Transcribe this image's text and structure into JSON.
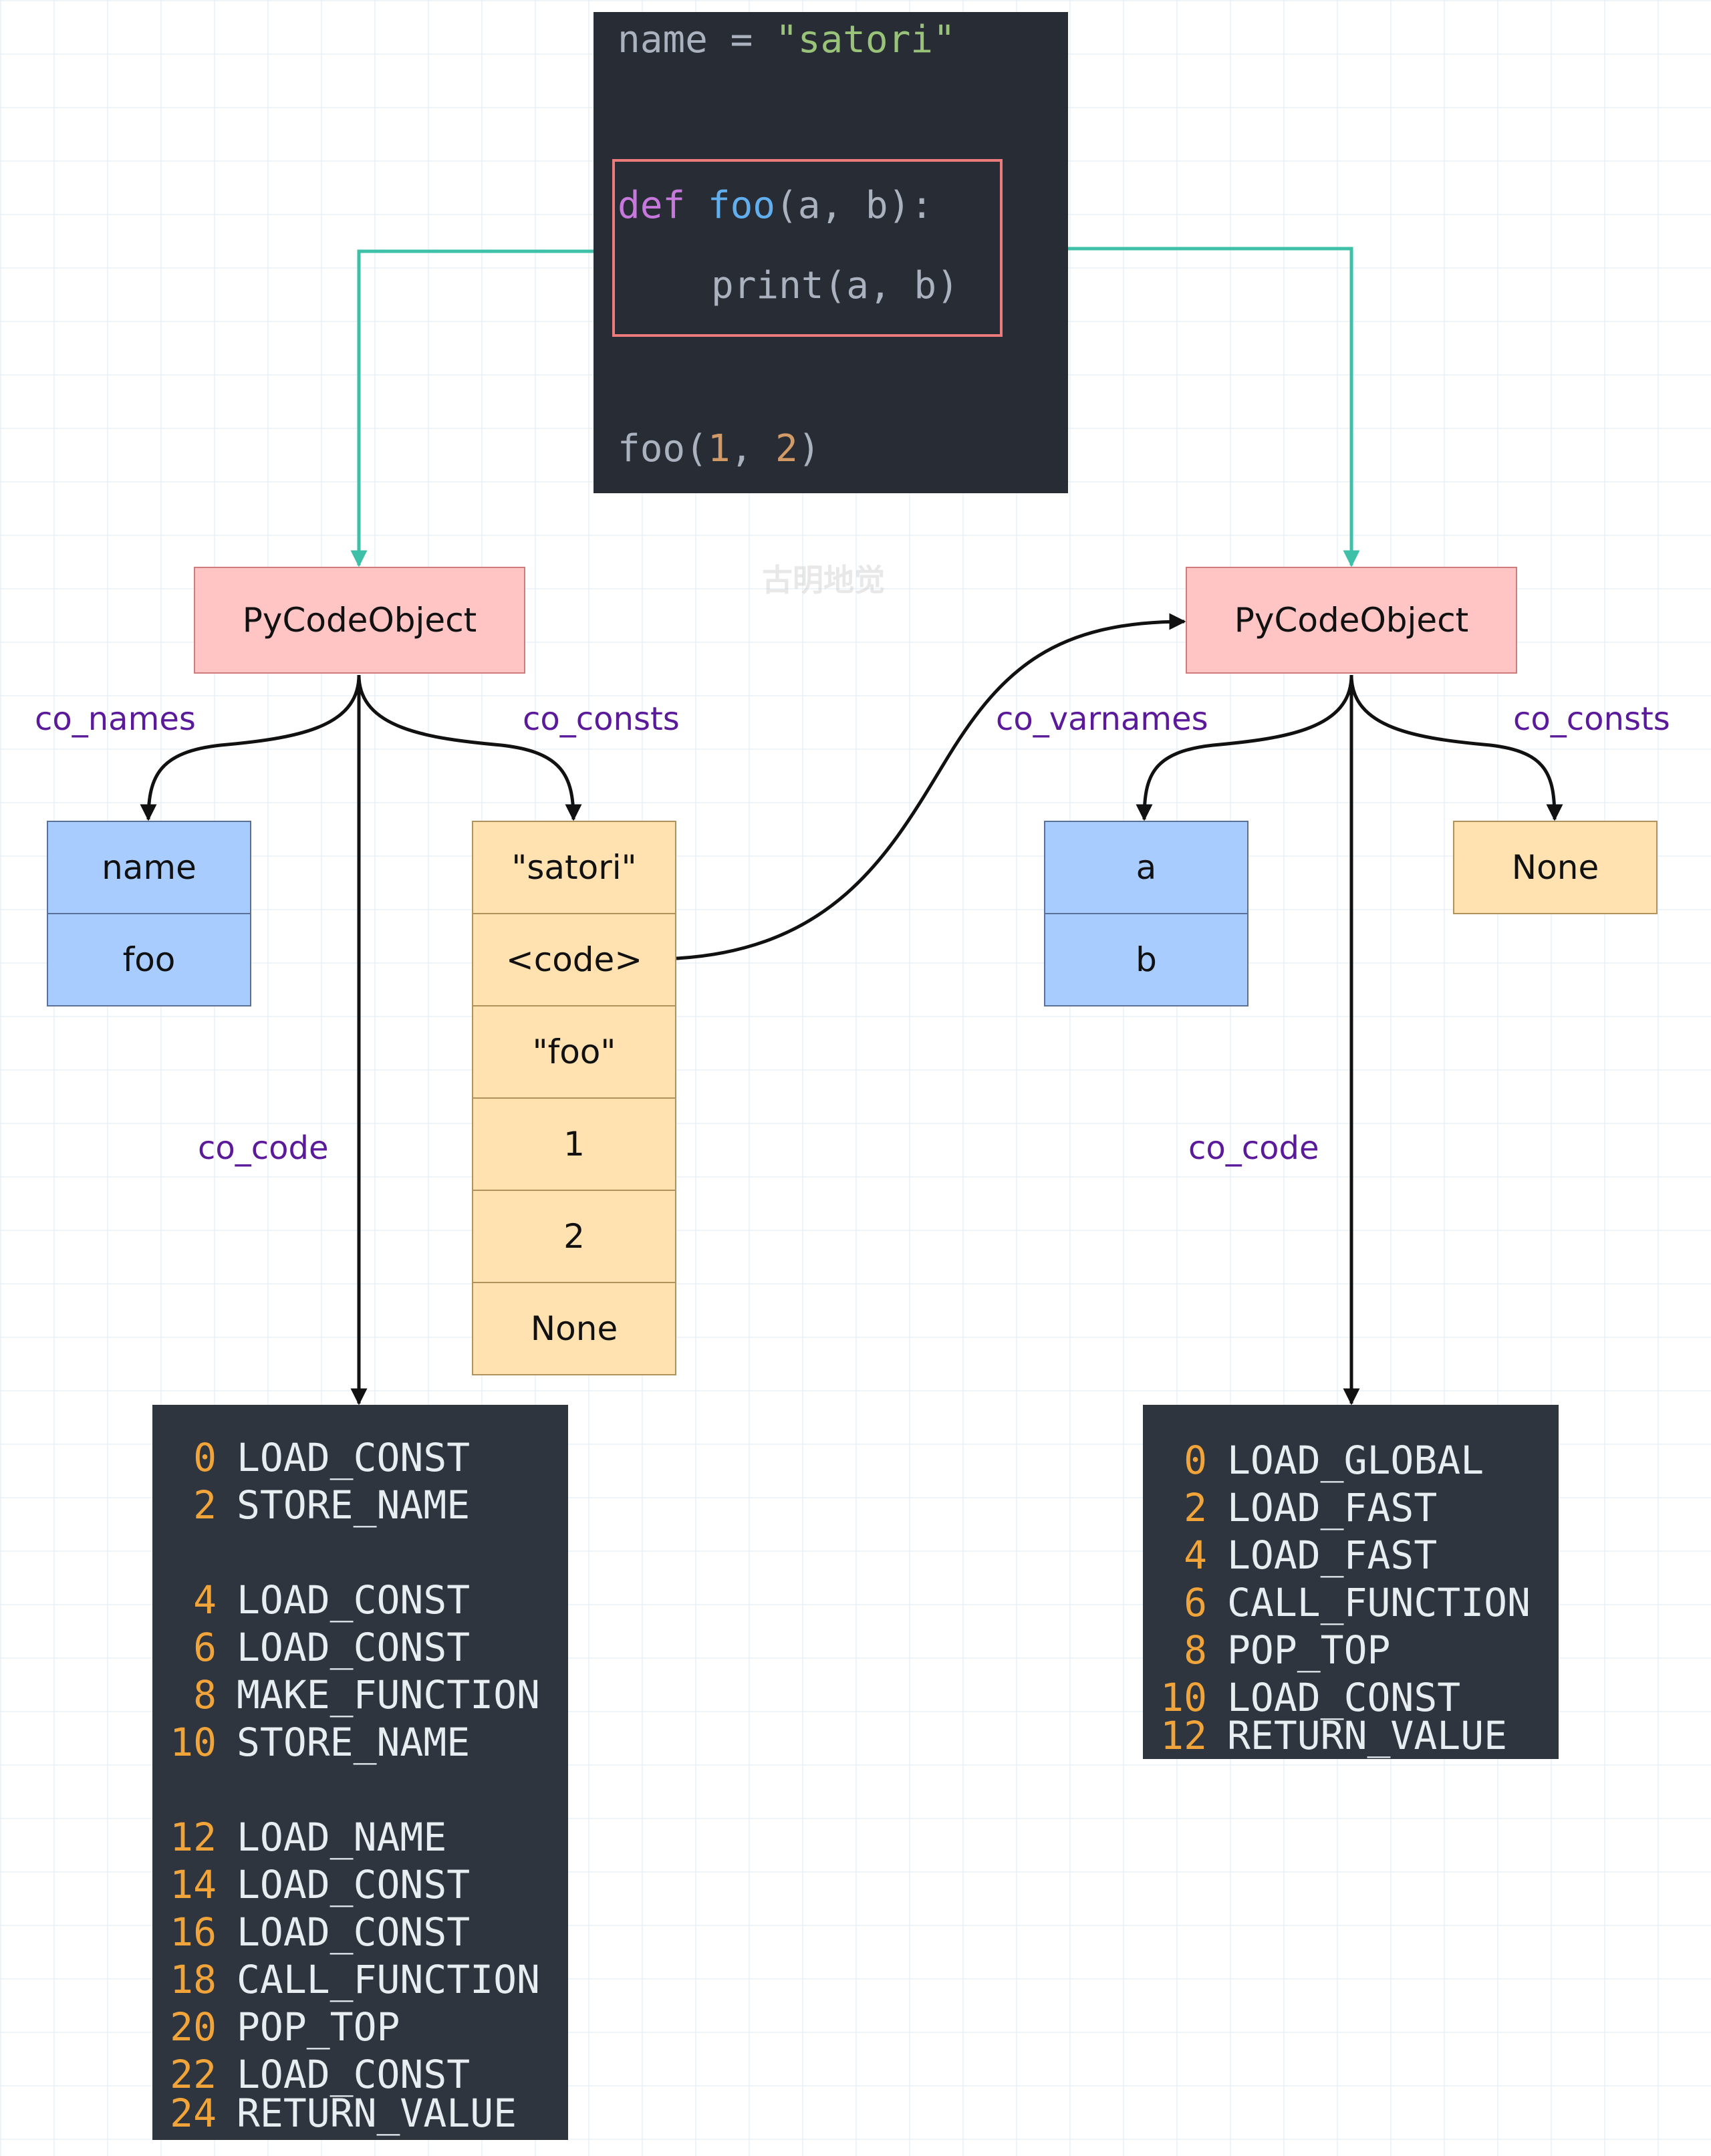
{
  "source_code": {
    "line1": {
      "ident": "name",
      "op": " = ",
      "str": "\"satori\""
    },
    "line2": {
      "kw": "def",
      "fname": "foo",
      "sig": "(a, b):"
    },
    "line3": "print(a, b)",
    "line4": {
      "call": "foo(",
      "arg1": "1",
      "sep": ", ",
      "arg2": "2",
      "close": ")"
    }
  },
  "module_code": {
    "title": "PyCodeObject",
    "co_names_label": "co_names",
    "co_consts_label": "co_consts",
    "co_code_label": "co_code",
    "co_names": [
      "name",
      "foo"
    ],
    "co_consts": [
      "\"satori\"",
      "<code>",
      "\"foo\"",
      "1",
      "2",
      "None"
    ],
    "bytecode": [
      {
        "offset": "0",
        "op": "LOAD_CONST"
      },
      {
        "offset": "2",
        "op": "STORE_NAME"
      },
      {
        "offset": "4",
        "op": "LOAD_CONST"
      },
      {
        "offset": "6",
        "op": "LOAD_CONST"
      },
      {
        "offset": "8",
        "op": "MAKE_FUNCTION"
      },
      {
        "offset": "10",
        "op": "STORE_NAME"
      },
      {
        "offset": "12",
        "op": "LOAD_NAME"
      },
      {
        "offset": "14",
        "op": "LOAD_CONST"
      },
      {
        "offset": "16",
        "op": "LOAD_CONST"
      },
      {
        "offset": "18",
        "op": "CALL_FUNCTION"
      },
      {
        "offset": "20",
        "op": "POP_TOP"
      },
      {
        "offset": "22",
        "op": "LOAD_CONST"
      },
      {
        "offset": "24",
        "op": "RETURN_VALUE"
      }
    ]
  },
  "function_code": {
    "title": "PyCodeObject",
    "co_varnames_label": "co_varnames",
    "co_consts_label": "co_consts",
    "co_code_label": "co_code",
    "co_varnames": [
      "a",
      "b"
    ],
    "co_consts": [
      "None"
    ],
    "bytecode": [
      {
        "offset": "0",
        "op": "LOAD_GLOBAL"
      },
      {
        "offset": "2",
        "op": "LOAD_FAST"
      },
      {
        "offset": "4",
        "op": "LOAD_FAST"
      },
      {
        "offset": "6",
        "op": "CALL_FUNCTION"
      },
      {
        "offset": "8",
        "op": "POP_TOP"
      },
      {
        "offset": "10",
        "op": "LOAD_CONST"
      },
      {
        "offset": "12",
        "op": "RETURN_VALUE"
      }
    ]
  },
  "watermark": "古明地觉",
  "colors": {
    "connector_teal": "#3ebfa8",
    "arrow_black": "#111111",
    "pycode_fill": "#ffc5c5",
    "list_blue": "#a9ccff",
    "list_orange": "#ffe2b0",
    "label_purple": "#5a1a9a",
    "offset_orange": "#f0a43a"
  }
}
